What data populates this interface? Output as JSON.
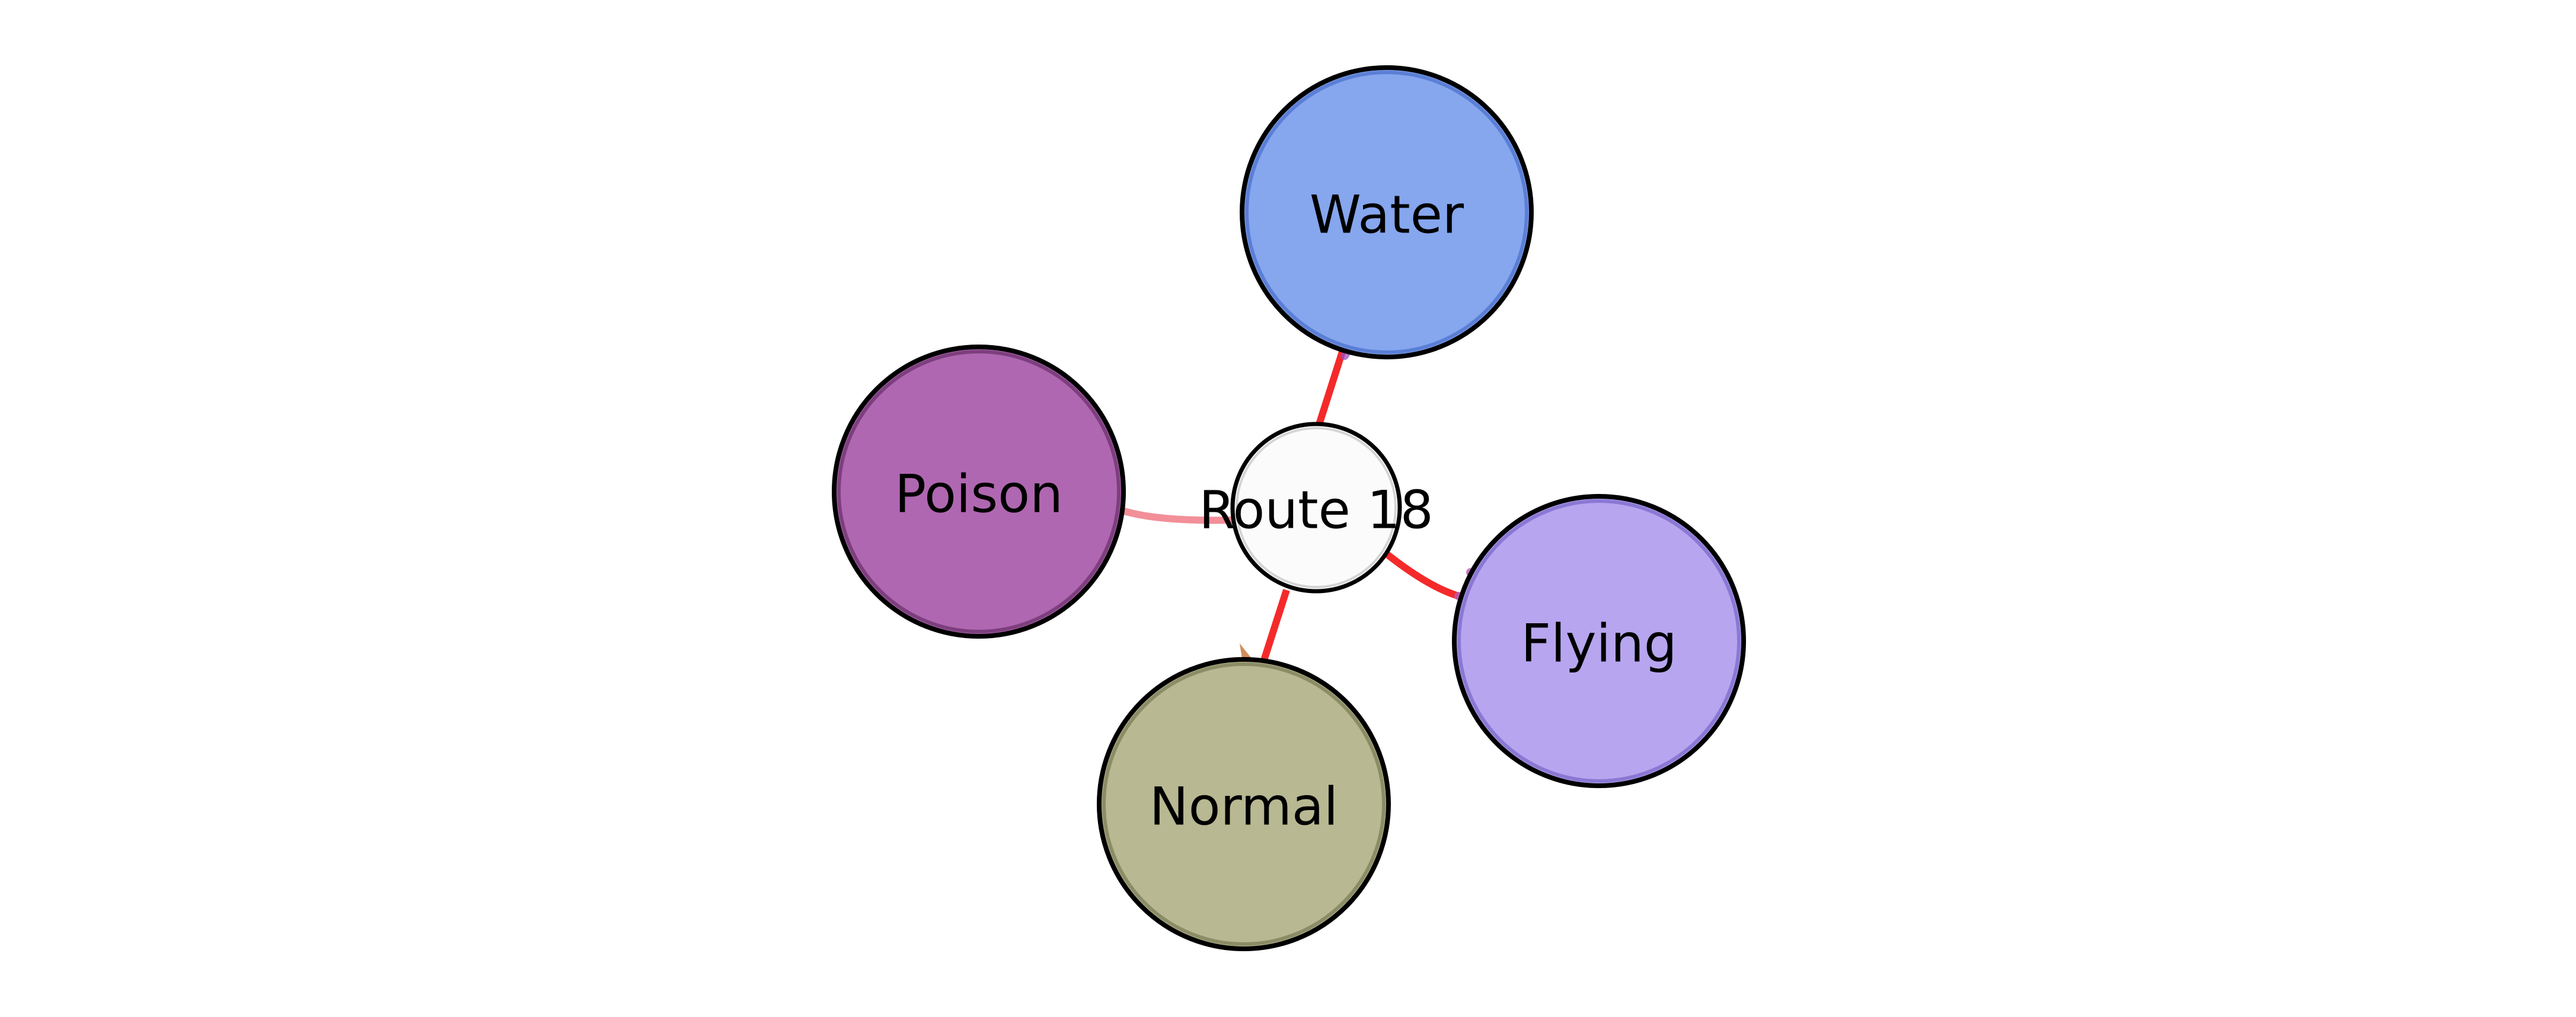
{
  "diagram": {
    "center_node": {
      "label": "Route 18",
      "color": "#fbfbfb"
    },
    "type_nodes": [
      {
        "key": "water",
        "label": "Water",
        "color": "#86a6ee",
        "stroke": "#5b7fd6"
      },
      {
        "key": "poison",
        "label": "Poison",
        "color": "#b067b1",
        "stroke": "#7d3f7e"
      },
      {
        "key": "flying",
        "label": "Flying",
        "color": "#b7a5ef",
        "stroke": "#8a78d4"
      },
      {
        "key": "normal",
        "label": "Normal",
        "color": "#b8b892",
        "stroke": "#8c8c66"
      }
    ],
    "edge_color": "#f42a2a"
  }
}
